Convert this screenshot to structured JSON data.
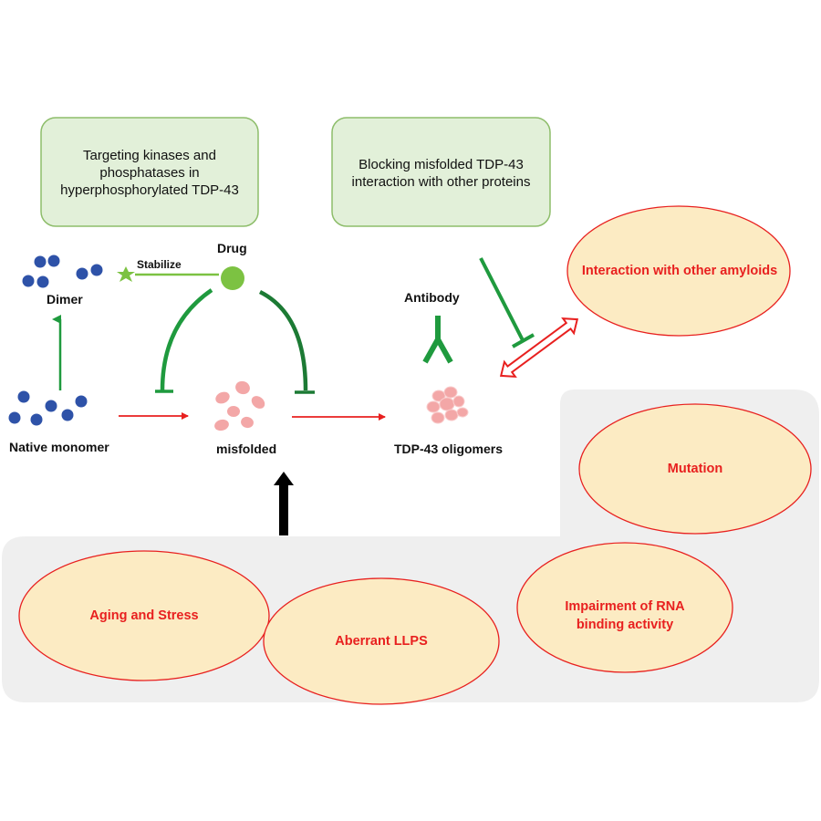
{
  "boxes": {
    "kinase_target": "Targeting kinases and phosphatases in hyperphosphorylated TDP-43",
    "blocking": "Blocking misfolded TDP-43 interaction with other proteins"
  },
  "labels": {
    "drug": "Drug",
    "stabilize": "Stabilize",
    "dimer": "Dimer",
    "antibody": "Antibody",
    "native_monomer": "Native monomer",
    "misfolded": "misfolded",
    "oligomers": "TDP-43 oligomers"
  },
  "factors": {
    "interaction": "Interaction with other amyloids",
    "mutation": "Mutation",
    "aging": "Aging and Stress",
    "llps": "Aberrant LLPS",
    "rna": "Impairment of RNA binding activity"
  },
  "colors": {
    "green_line": "#1f9a3e",
    "dark_green": "#1c7a34",
    "light_green": "#7cc242",
    "red": "#e8201f",
    "blue_dot": "#2e52a8",
    "pink_blob": "#f3a7a7",
    "ellipse_fill": "#fcebc3",
    "box_fill": "#e2f0d9",
    "box_border": "#8dbd6a",
    "panel_gray": "#efefef"
  }
}
